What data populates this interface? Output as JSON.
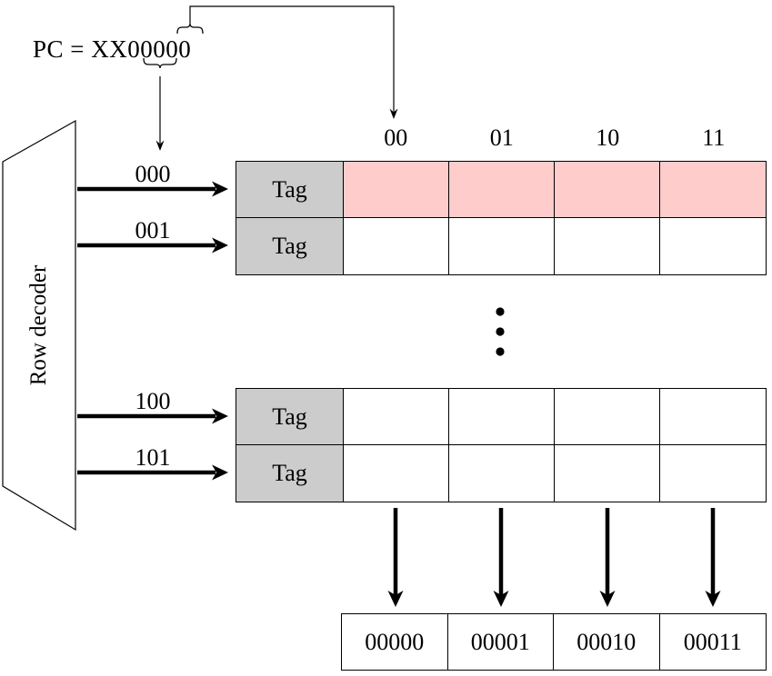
{
  "pc": {
    "prefix": "PC = XX",
    "row_bits": "000",
    "col_bits": "00"
  },
  "decoder": {
    "label": "Row decoder"
  },
  "column_headers": [
    "00",
    "01",
    "10",
    "11"
  ],
  "cache": {
    "top_rows": [
      {
        "index": "000",
        "tag": "Tag",
        "data": [
          "",
          "",
          "",
          ""
        ],
        "highlighted": true
      },
      {
        "index": "001",
        "tag": "Tag",
        "data": [
          "",
          "",
          "",
          ""
        ],
        "highlighted": false
      }
    ],
    "bottom_rows": [
      {
        "index": "100",
        "tag": "Tag",
        "data": [
          "",
          "",
          "",
          ""
        ],
        "highlighted": false
      },
      {
        "index": "101",
        "tag": "Tag",
        "data": [
          "",
          "",
          "",
          ""
        ],
        "highlighted": false
      }
    ]
  },
  "ellipsis_icon": "vertical-dots",
  "output_cells": [
    "00000",
    "00001",
    "00010",
    "00011"
  ],
  "colors": {
    "highlight_fill": "#FFCCCC",
    "tag_fill": "#CCCCCC",
    "stroke": "#000000"
  }
}
